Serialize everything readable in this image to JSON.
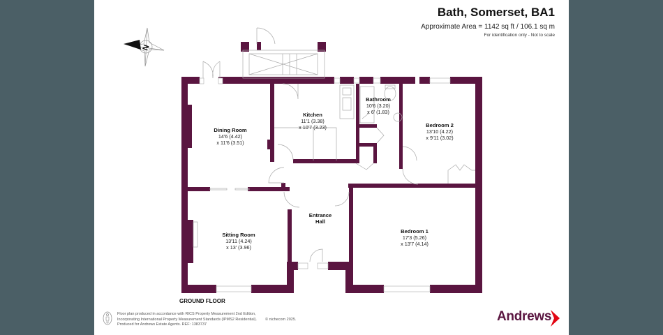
{
  "header": {
    "title": "Bath, Somerset, BA1",
    "area": "Approximate Area = 1142 sq ft / 106.1 sq m",
    "note": "For identification only - Not to scale"
  },
  "compass": {
    "icon": "north-compass-icon",
    "letter": "N"
  },
  "floor": {
    "label": "GROUND FLOOR"
  },
  "rooms": [
    {
      "name": "Dining Room",
      "dim1": "14'6 (4.42)",
      "dim2": "x 11'6 (3.51)"
    },
    {
      "name": "Kitchen",
      "dim1": "11'1 (3.38)",
      "dim2": "x 10'7 (3.23)"
    },
    {
      "name": "Bathroom",
      "dim1": "10'6 (3.20)",
      "dim2": "x 6' (1.83)"
    },
    {
      "name": "Bedroom 2",
      "dim1": "13'10 (4.22)",
      "dim2": "x 9'11 (3.02)"
    },
    {
      "name": "Sitting Room",
      "dim1": "13'11 (4.24)",
      "dim2": "x 13' (3.96)"
    },
    {
      "name": "Entrance",
      "dim1": "Hall",
      "dim2": ""
    },
    {
      "name": "Bedroom 1",
      "dim1": "17'3 (5.26)",
      "dim2": "x 13'7 (4.14)"
    }
  ],
  "footer": {
    "disclaimer_line1": "Floor plan produced in accordance with RICS Property Measurement 2nd Edition,",
    "disclaimer_line2": "Incorporating International Property Measurement Standards (IPMS2 Residential).",
    "disclaimer_line3": "Produced for Andrews Estate Agents.   REF: 1383737",
    "copyright": "© nichecom 2025.",
    "brand": "Andrews",
    "brand_icon": "chevron-right-icon"
  },
  "colors": {
    "wall": "#5a1540",
    "margin": "#4b5f66",
    "brand_arrow": "#e30613",
    "page": "#ffffff"
  }
}
